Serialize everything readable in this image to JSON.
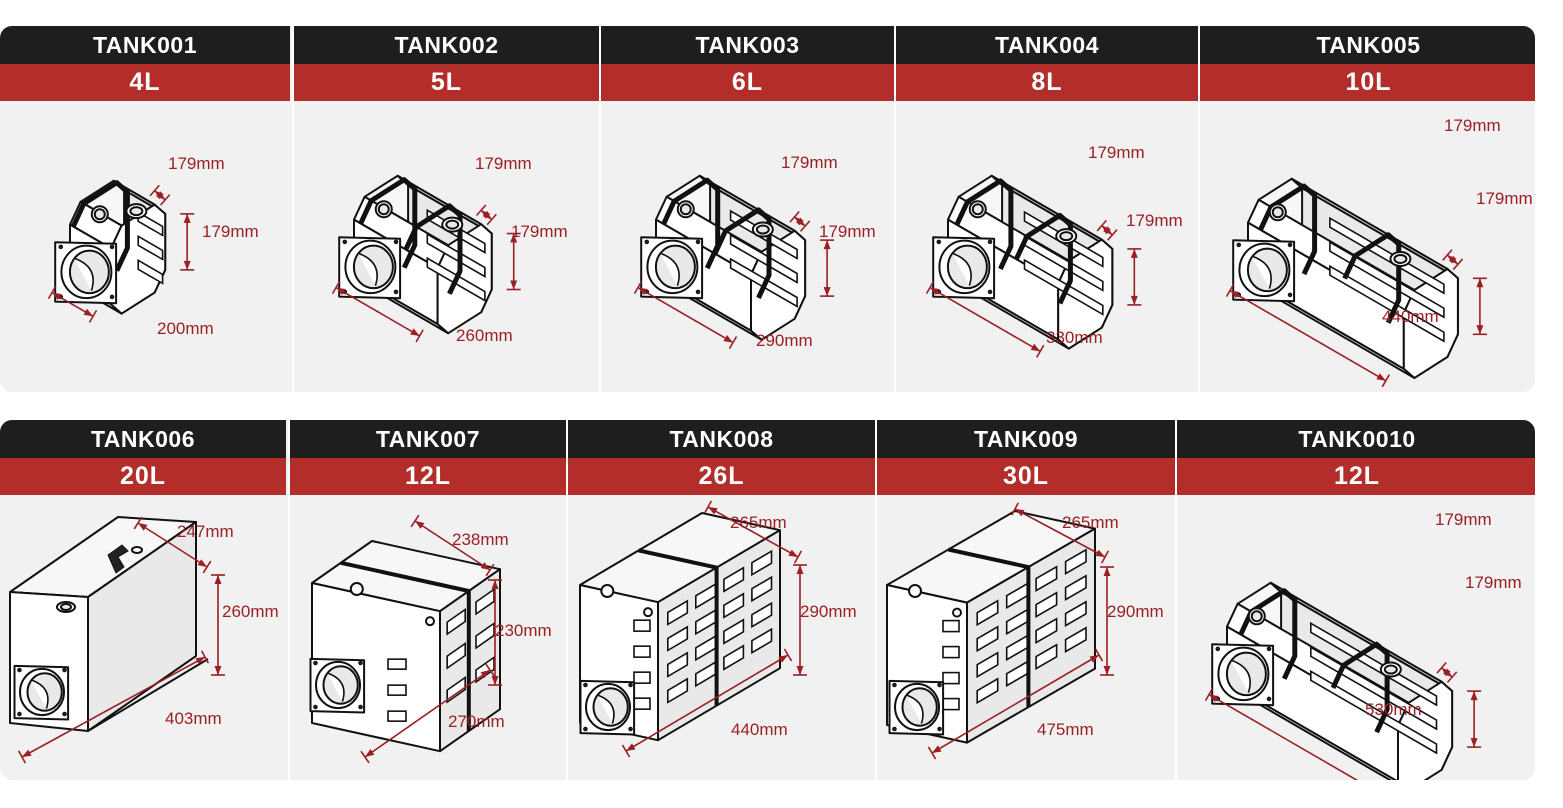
{
  "rows": [
    [
      {
        "code": "TANK001",
        "volume": "4L",
        "depth": "179mm",
        "height": "179mm",
        "length": "200mm"
      },
      {
        "code": "TANK002",
        "volume": "5L",
        "depth": "179mm",
        "height": "179mm",
        "length": "260mm"
      },
      {
        "code": "TANK003",
        "volume": "6L",
        "depth": "179mm",
        "height": "179mm",
        "length": "290mm"
      },
      {
        "code": "TANK004",
        "volume": "8L",
        "depth": "179mm",
        "height": "179mm",
        "length": "330mm"
      },
      {
        "code": "TANK005",
        "volume": "10L",
        "depth": "179mm",
        "height": "179mm",
        "length": "440mm"
      }
    ],
    [
      {
        "code": "TANK006",
        "volume": "20L",
        "depth": "247mm",
        "height": "260mm",
        "length": "403mm"
      },
      {
        "code": "TANK007",
        "volume": "12L",
        "depth": "238mm",
        "height": "230mm",
        "length": "270mm"
      },
      {
        "code": "TANK008",
        "volume": "26L",
        "depth": "265mm",
        "height": "290mm",
        "length": "440mm"
      },
      {
        "code": "TANK009",
        "volume": "30L",
        "depth": "265mm",
        "height": "290mm",
        "length": "475mm"
      },
      {
        "code": "TANK0010",
        "volume": "12L",
        "depth": "179mm",
        "height": "179mm",
        "length": "530mm"
      }
    ]
  ],
  "icons": {
    "tank": "hydraulic-tank-icon",
    "dimension": "dimension-arrow-icon",
    "flange": "flange-port-icon"
  },
  "colors": {
    "header": "#1e1e1e",
    "accent": "#b32e2b",
    "dimension": "#9b1f24",
    "panel": "#f1f1f1"
  }
}
